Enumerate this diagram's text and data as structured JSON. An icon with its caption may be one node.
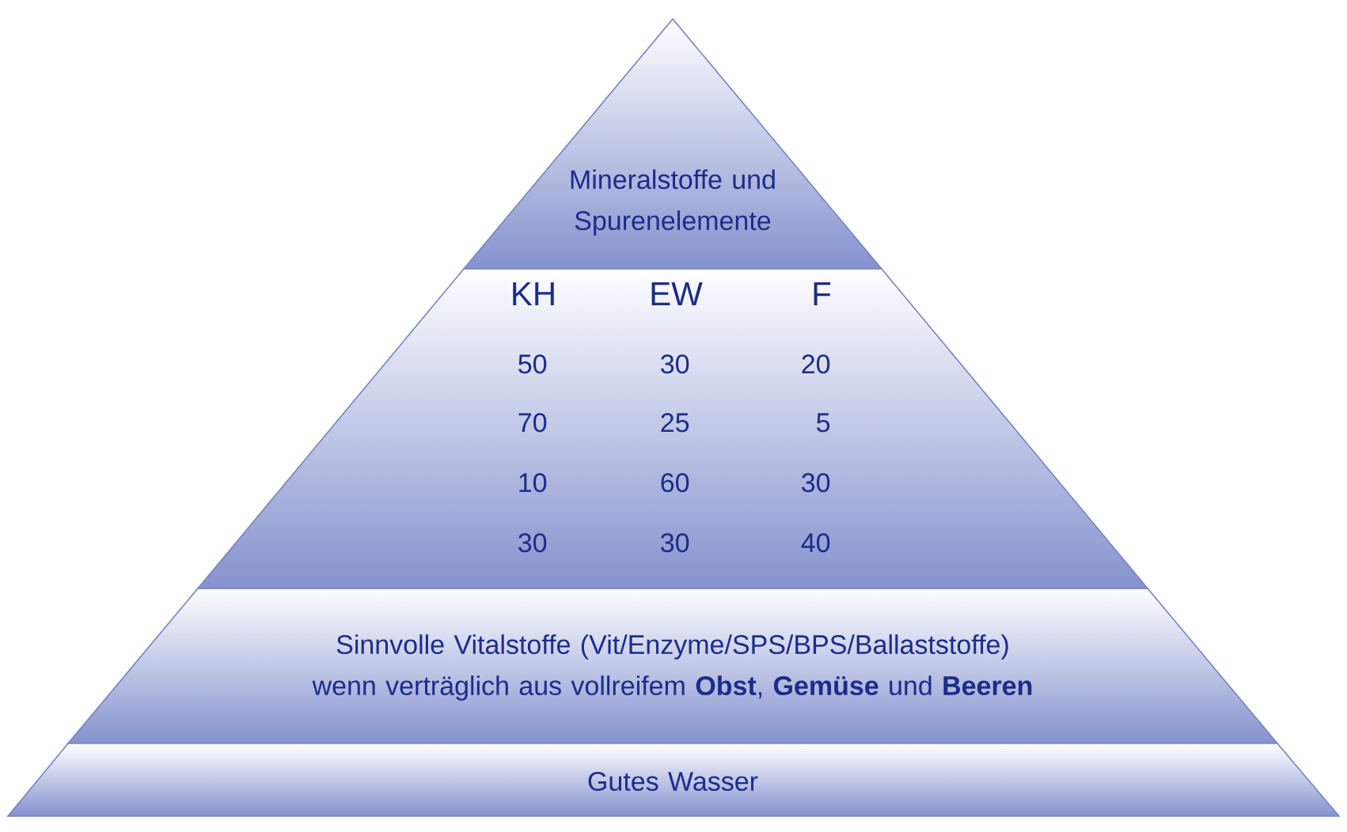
{
  "diagram": {
    "nodes": [
      {
        "text": [
          "Mineralstoffe und Spurenelemente"
        ]
      },
      {
        "text": [],
        "shape": "band"
      },
      {
        "text": [
          "Sinnvolle Vitalstoffe (Vit/Enzyme/SPS/BPS/Ballaststoffe) wenn verträglich aus vollreifem **Obst**, **Gemüse** und **Beeren**"
        ]
      },
      {
        "text": [
          "Gutes Wasser"
        ]
      }
    ],
    "labels": [
      "KH",
      "EW",
      "F",
      "50",
      "30",
      "20",
      "70",
      "25",
      "5",
      "10",
      "60",
      "30",
      "30",
      "30",
      "40"
    ]
  }
}
